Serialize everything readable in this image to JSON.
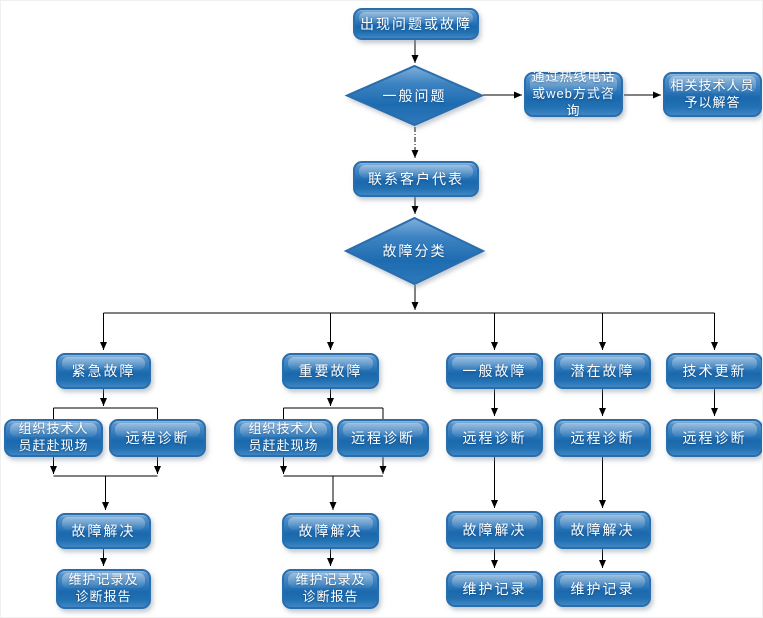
{
  "diagram": {
    "type": "flowchart",
    "background_color": "#ffffff",
    "node_border_color": "#2a6dac",
    "node_fill_color": "#2374b5",
    "node_text_color": "#ffffff",
    "connector_color": "#000000"
  },
  "nodes": {
    "start": {
      "label": "出现问题或故障"
    },
    "q_general": {
      "label": "一般问题"
    },
    "hotline": {
      "label": "通过热线电话\n或web方式咨询"
    },
    "tech_answer": {
      "label": "相关技术人员\n予以解答"
    },
    "contact": {
      "label": "联系客户代表"
    },
    "q_classify": {
      "label": "故障分类"
    },
    "cat_urgent": {
      "label": "紧急故障"
    },
    "cat_important": {
      "label": "重要故障"
    },
    "cat_general": {
      "label": "一般故障"
    },
    "cat_potential": {
      "label": "潜在故障"
    },
    "cat_update": {
      "label": "技术更新"
    },
    "onsite1": {
      "label": "组织技术人\n员赶赴现场"
    },
    "remote1": {
      "label": "远程诊断"
    },
    "onsite2": {
      "label": "组织技术人\n员赶赴现场"
    },
    "remote2": {
      "label": "远程诊断"
    },
    "remote3": {
      "label": "远程诊断"
    },
    "remote4": {
      "label": "远程诊断"
    },
    "remote5": {
      "label": "远程诊断"
    },
    "solve1": {
      "label": "故障解决"
    },
    "solve2": {
      "label": "故障解决"
    },
    "solve3": {
      "label": "故障解决"
    },
    "solve4": {
      "label": "故障解决"
    },
    "record1": {
      "label": "维护记录及\n诊断报告"
    },
    "record2": {
      "label": "维护记录及\n诊断报告"
    },
    "record3": {
      "label": "维护记录"
    },
    "record4": {
      "label": "维护记录"
    }
  },
  "edges": [
    {
      "from": "start",
      "to": "q_general",
      "style": "solid"
    },
    {
      "from": "q_general",
      "to": "hotline",
      "style": "solid"
    },
    {
      "from": "hotline",
      "to": "tech_answer",
      "style": "solid"
    },
    {
      "from": "q_general",
      "to": "contact",
      "style": "dashed"
    },
    {
      "from": "contact",
      "to": "q_classify",
      "style": "solid"
    },
    {
      "from": "q_classify",
      "to": "cat_urgent",
      "style": "solid"
    },
    {
      "from": "q_classify",
      "to": "cat_important",
      "style": "solid"
    },
    {
      "from": "q_classify",
      "to": "cat_general",
      "style": "solid"
    },
    {
      "from": "q_classify",
      "to": "cat_potential",
      "style": "solid"
    },
    {
      "from": "q_classify",
      "to": "cat_update",
      "style": "solid"
    },
    {
      "from": "cat_urgent",
      "to": "onsite1",
      "style": "solid"
    },
    {
      "from": "cat_urgent",
      "to": "remote1",
      "style": "solid"
    },
    {
      "from": "cat_important",
      "to": "onsite2",
      "style": "solid"
    },
    {
      "from": "cat_important",
      "to": "remote2",
      "style": "solid"
    },
    {
      "from": "cat_general",
      "to": "remote3",
      "style": "solid"
    },
    {
      "from": "cat_potential",
      "to": "remote4",
      "style": "solid"
    },
    {
      "from": "cat_update",
      "to": "remote5",
      "style": "solid"
    },
    {
      "from": "onsite1",
      "to": "solve1",
      "style": "solid"
    },
    {
      "from": "remote1",
      "to": "solve1",
      "style": "solid"
    },
    {
      "from": "onsite2",
      "to": "solve2",
      "style": "solid"
    },
    {
      "from": "remote2",
      "to": "solve2",
      "style": "solid"
    },
    {
      "from": "remote3",
      "to": "solve3",
      "style": "solid"
    },
    {
      "from": "remote4",
      "to": "solve4",
      "style": "solid"
    },
    {
      "from": "solve1",
      "to": "record1",
      "style": "solid"
    },
    {
      "from": "solve2",
      "to": "record2",
      "style": "solid"
    },
    {
      "from": "solve3",
      "to": "record3",
      "style": "solid"
    },
    {
      "from": "solve4",
      "to": "record4",
      "style": "solid"
    }
  ]
}
